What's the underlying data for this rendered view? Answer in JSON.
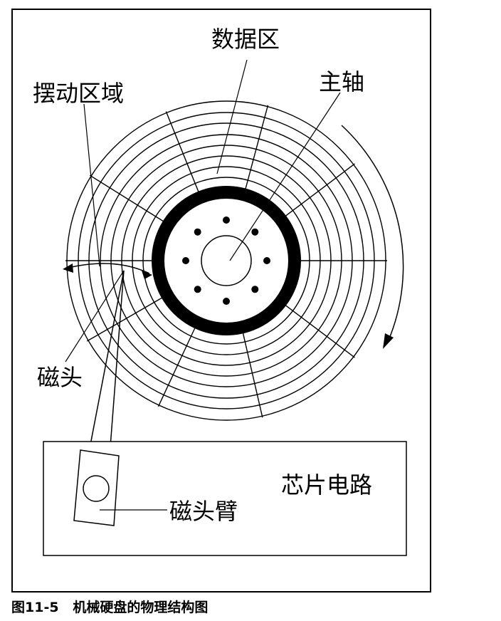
{
  "labels": {
    "data_area": "数据区",
    "spindle": "主轴",
    "swing_area": "摆动区域",
    "head": "磁头",
    "head_arm": "磁头臂",
    "chip_circuit": "芯片电路"
  },
  "caption": {
    "figure_number": "图11-5",
    "title": "机械硬盘的物理结构图"
  },
  "colors": {
    "stroke": "#000000",
    "background": "#ffffff"
  }
}
